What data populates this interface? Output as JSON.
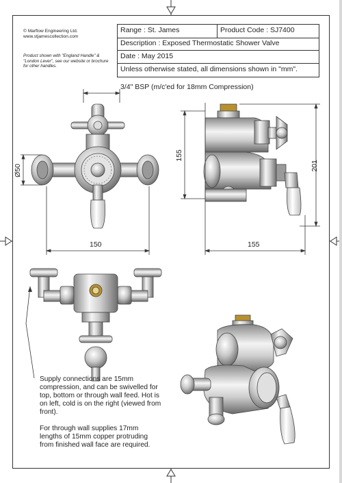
{
  "company": {
    "line1": "© Marflow Engineering Ltd.",
    "line2": "www.stjamescollection.com"
  },
  "product_note": "Product shown with \"England Handle\" & \"London Lever\", see our website or brochure for other handles.",
  "title_block": {
    "range": "Range : St. James",
    "product_code": "Product Code : SJ7400",
    "description": "Description : Exposed Thermostatic Shower Valve",
    "date": "Date : May 2015",
    "units_note": "Unless otherwise stated, all dimensions shown in \"mm\"."
  },
  "dimensions": {
    "bsp": "3/4\" BSP (m/c'ed for 18mm Compression)",
    "dia": "Ø50",
    "width_front": "150",
    "depth_side": "155",
    "height_upper": "155",
    "height_total": "201"
  },
  "notes": {
    "supply": "Supply connections are 15mm compression, and can be swivelled for top, bottom or through wall feed. Hot is on left, cold is on the right (viewed from front).",
    "through_wall": "For through wall supplies 17mm lengths of 15mm copper protruding from finished wall face are required."
  },
  "colors": {
    "line": "#333333",
    "chrome_light": "#f2f2f2",
    "chrome_mid": "#b9b9b9",
    "chrome_dark": "#6e6e6e",
    "brass": "#c9a63a"
  }
}
